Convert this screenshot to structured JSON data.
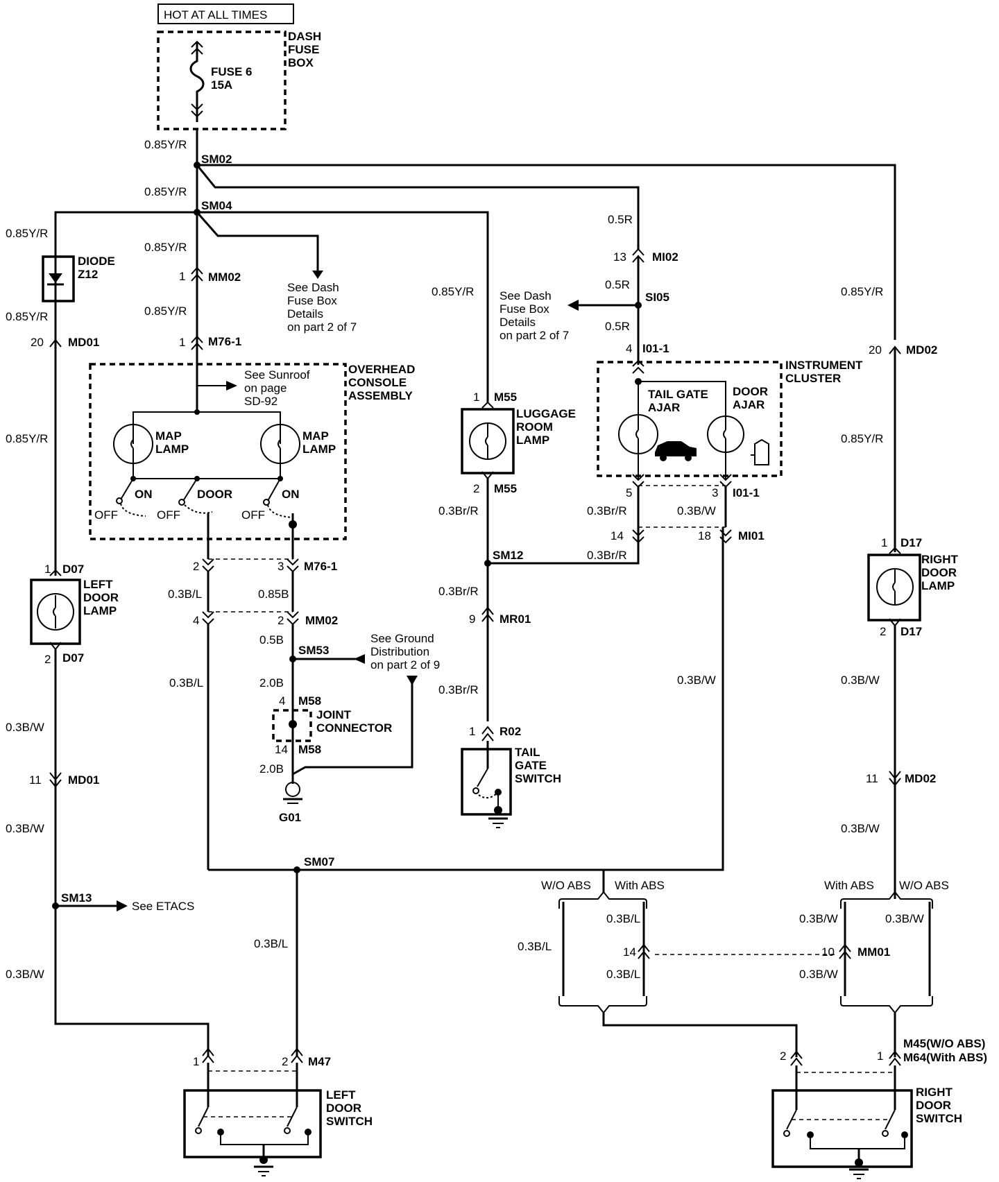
{
  "title_box": "HOT AT ALL TIMES",
  "fuse_box": {
    "name": "DASH\nFUSE\nBOX",
    "fuse": "FUSE 6",
    "rating": "15A"
  },
  "splices": {
    "sm02": "SM02",
    "sm04": "SM04",
    "sm53": "SM53",
    "sm12": "SM12",
    "sm07": "SM07",
    "sm13": "SM13",
    "si05": "SI05"
  },
  "wires": {
    "y085": "0.85Y/R",
    "r05": "0.5R",
    "brr": "0.3Br/R",
    "bw": "0.3B/W",
    "bl": "0.3B/L",
    "b085": "0.85B",
    "b05": "0.5B",
    "b20": "2.0B"
  },
  "connectors": {
    "mm02": "MM02",
    "m761": "M76-1",
    "md01": "MD01",
    "md02": "MD02",
    "mi02": "MI02",
    "i011": "I01-1",
    "mi01": "MI01",
    "m55": "M55",
    "mr01": "MR01",
    "r02": "R02",
    "m58": "M58",
    "d07": "D07",
    "d17": "D17",
    "m47": "M47",
    "mm01": "MM01",
    "m45": "M45(W/O ABS)",
    "m64": "M64(With ABS)"
  },
  "pins": {
    "p1": "1",
    "p2": "2",
    "p3": "3",
    "p4": "4",
    "p5": "5",
    "p9": "9",
    "p10": "10",
    "p11": "11",
    "p13": "13",
    "p14": "14",
    "p18": "18",
    "p20": "20"
  },
  "components": {
    "diode": "DIODE\nZ12",
    "overhead": "OVERHEAD\nCONSOLE\nASSEMBLY",
    "map_lamp": "MAP\nLAMP",
    "luggage": "LUGGAGE\nROOM\nLAMP",
    "cluster": "INSTRUMENT\nCLUSTER",
    "tail_ajar": "TAIL GATE\nAJAR",
    "door_ajar": "DOOR\nAJAR",
    "left_door_lamp": "LEFT\nDOOR\nLAMP",
    "right_door_lamp": "RIGHT\nDOOR\nLAMP",
    "joint": "JOINT\nCONNECTOR",
    "tail_switch": "TAIL\nGATE\nSWITCH",
    "left_switch": "LEFT\nDOOR\nSWITCH",
    "right_switch": "RIGHT\nDOOR\nSWITCH",
    "ground": "G01"
  },
  "switch_labels": {
    "on": "ON",
    "off": "OFF",
    "door": "DOOR"
  },
  "abs": {
    "wo": "W/O ABS",
    "with": "With ABS"
  },
  "references": {
    "dash_fuse": "See Dash\nFuse Box\nDetails\non part 2 of 7",
    "sunroof": "See Sunroof\non page\nSD-92",
    "ground": "See Ground\nDistribution\non part 2 of 9",
    "etacs": "See ETACS"
  }
}
